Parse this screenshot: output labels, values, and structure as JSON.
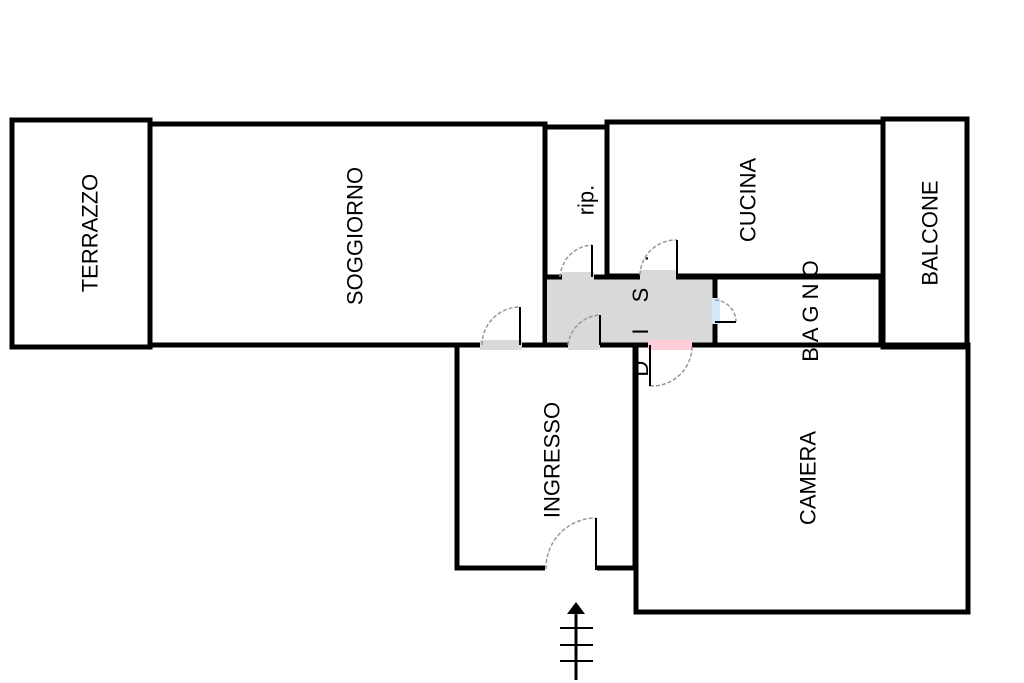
{
  "rooms": {
    "terrazzo": {
      "label": "TERRAZZO",
      "color": "#b57400"
    },
    "soggiorno": {
      "label": "SOGGIORNO",
      "color": "#ffff00"
    },
    "ripostiglio": {
      "label": "rip.",
      "color": "#d9d9d9"
    },
    "cucina": {
      "label": "CUCINA",
      "color": "#ffc800"
    },
    "balcone": {
      "label": "BALCONE",
      "color": "#b57400"
    },
    "disimpegno": {
      "label": "D I S .",
      "color": "#d9d9d9"
    },
    "bagno": {
      "label": "B A G N O",
      "color": "#d3e8fb"
    },
    "ingresso": {
      "label": "INGRESSO",
      "color": "#d9d9d9"
    },
    "camera": {
      "label": "CAMERA",
      "color": "#ffccd8"
    }
  }
}
